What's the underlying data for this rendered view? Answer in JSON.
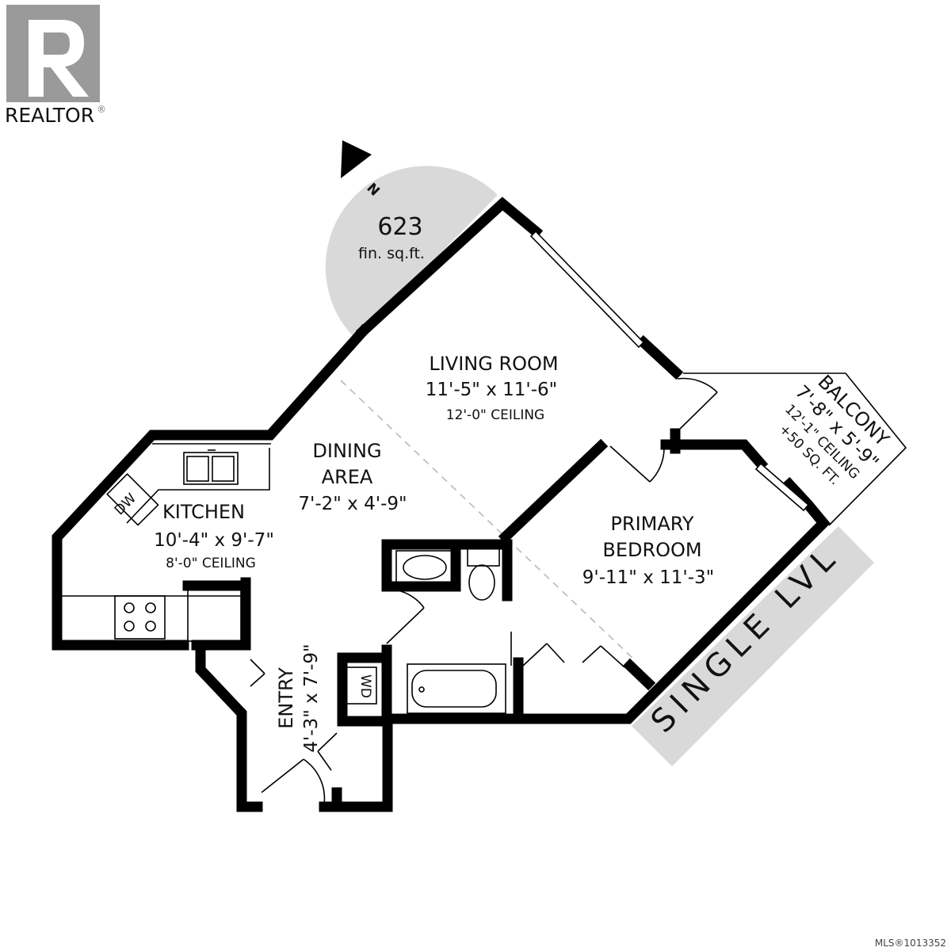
{
  "logo": {
    "text": "REALTOR",
    "mark": "®"
  },
  "compass": {
    "label": "N"
  },
  "area": {
    "value": "623",
    "unit": "fin. sq.ft."
  },
  "rooms": {
    "living": {
      "name": "LIVING ROOM",
      "dims": "11'-5\" x 11'-6\"",
      "ceiling": "12'-0\" CEILING"
    },
    "dining": {
      "name_line1": "DINING",
      "name_line2": "AREA",
      "dims": "7'-2\" x 4'-9\""
    },
    "kitchen": {
      "name": "KITCHEN",
      "dims": "10'-4\" x 9'-7\"",
      "ceiling": "8'-0\" CEILING"
    },
    "bedroom": {
      "name_line1": "PRIMARY",
      "name_line2": "BEDROOM",
      "dims": "9'-11\" x 11'-3\""
    },
    "entry": {
      "name": "ENTRY",
      "dims": "4'-3\" x 7'-9\""
    },
    "balcony": {
      "name": "BALCONY",
      "dims": "7'-8\" x 5'-9\"",
      "ceiling": "12'-1\" CEILING",
      "extra": "+50 SQ. FT."
    }
  },
  "fixtures": {
    "dishwasher": "DW",
    "washer_dryer": "WD"
  },
  "level_banner": "SINGLE LVL",
  "mls": "MLS®1013352",
  "colors": {
    "wall": "#000000",
    "badge": "#d9d9d9",
    "background": "#ffffff"
  }
}
